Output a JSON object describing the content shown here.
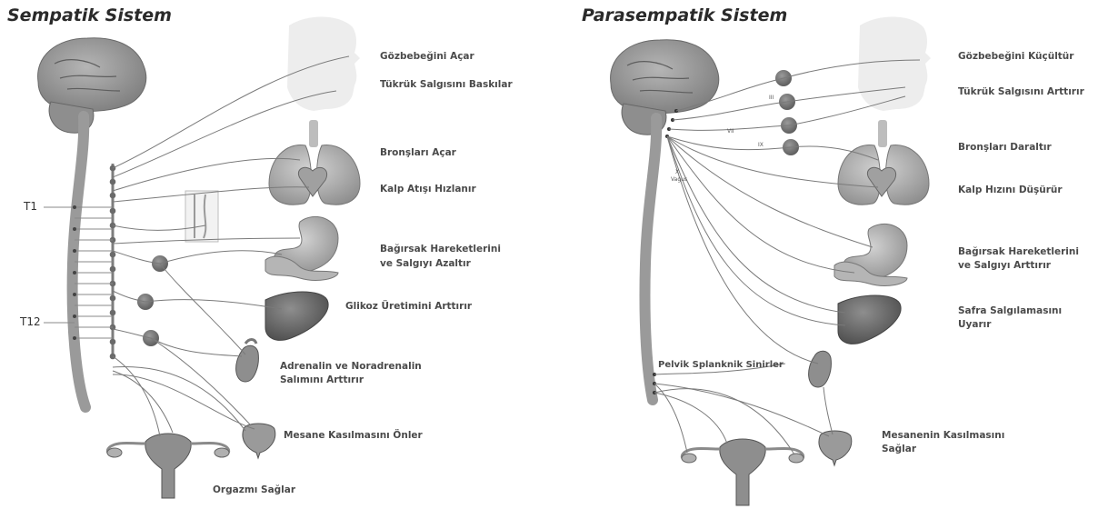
{
  "sympathetic": {
    "title": "Sempatik Sistem",
    "segment_t1": "T1",
    "segment_t12": "T12",
    "effects": [
      "Gözbebeğini Açar",
      "Tükrük Salgısını Baskılar",
      "Bronşları Açar",
      "Kalp Atışı Hızlanır",
      "Bağırsak Hareketlerini",
      "ve Salgıyı Azaltır",
      "Glikoz Üretimini Arttırır",
      "Adrenalin ve Noradrenalin",
      "Salımını Arttırır",
      "Mesane Kasılmasını Önler",
      "Orgazmı Sağlar"
    ]
  },
  "parasympathetic": {
    "title": "Parasempatik Sistem",
    "vagus_label_1": "X",
    "vagus_label_2": "Vagus",
    "nerve_labels": [
      "III",
      "VII",
      "IX"
    ],
    "pelvic_label": "Pelvik Splanknik Sinirler",
    "effects": [
      "Gözbebeğini Küçültür",
      "Tükrük Salgısını Arttırır",
      "Bronşları Daraltır",
      "Kalp Hızını Düşürür",
      "Bağırsak Hareketlerini",
      "ve Salgıyı Arttırır",
      "Safra Salgılamasını",
      "Uyarır",
      "Mesanenin Kasılmasını",
      "Sağlar"
    ]
  },
  "colors": {
    "organ": "#8a8a8a",
    "organ_light": "#c8c8c8",
    "nerve": "#6e6e6e",
    "text": "#4a4a4a"
  }
}
